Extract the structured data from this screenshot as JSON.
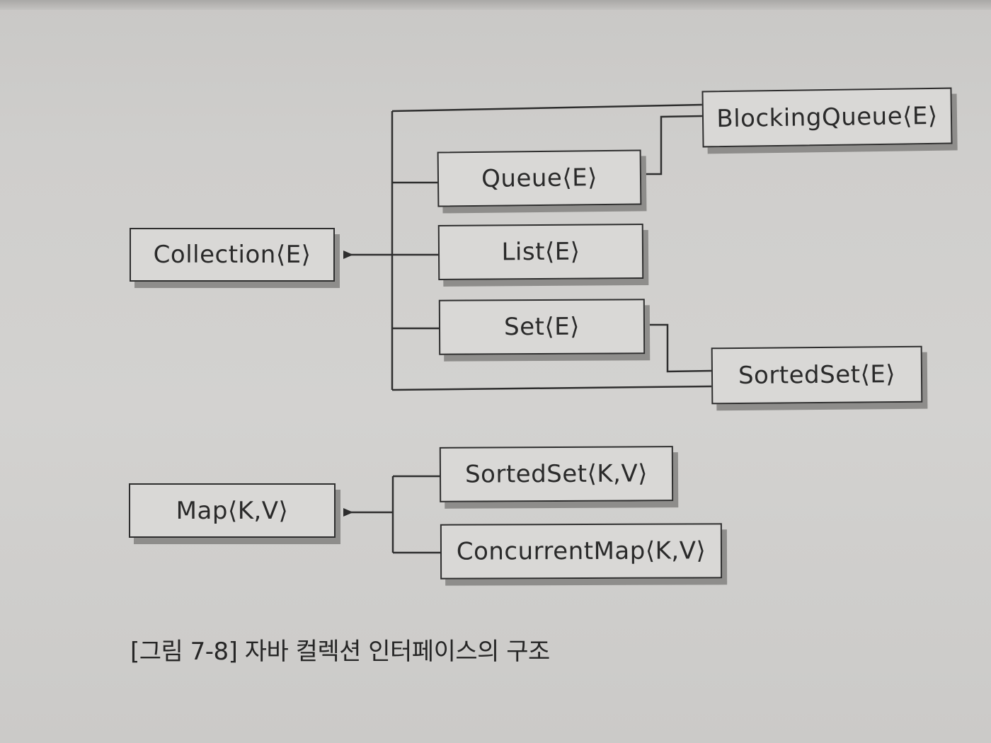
{
  "diagram": {
    "collection_group": {
      "root": "Collection⟨E⟩",
      "children": [
        "Queue⟨E⟩",
        "List⟨E⟩",
        "Set⟨E⟩"
      ],
      "grandchildren": {
        "queue": "BlockingQueue⟨E⟩",
        "set": "SortedSet⟨E⟩"
      }
    },
    "map_group": {
      "root": "Map⟨K,V⟩",
      "children": [
        "SortedSet⟨K,V⟩",
        "ConcurrentMap⟨K,V⟩"
      ]
    },
    "colors": {
      "line": "#2e2e2e",
      "box_fill": "#d9d8d6",
      "box_shadow": "#8e8d8b"
    }
  },
  "caption": "[그림 7-8] 자바 컬렉션 인터페이스의 구조"
}
